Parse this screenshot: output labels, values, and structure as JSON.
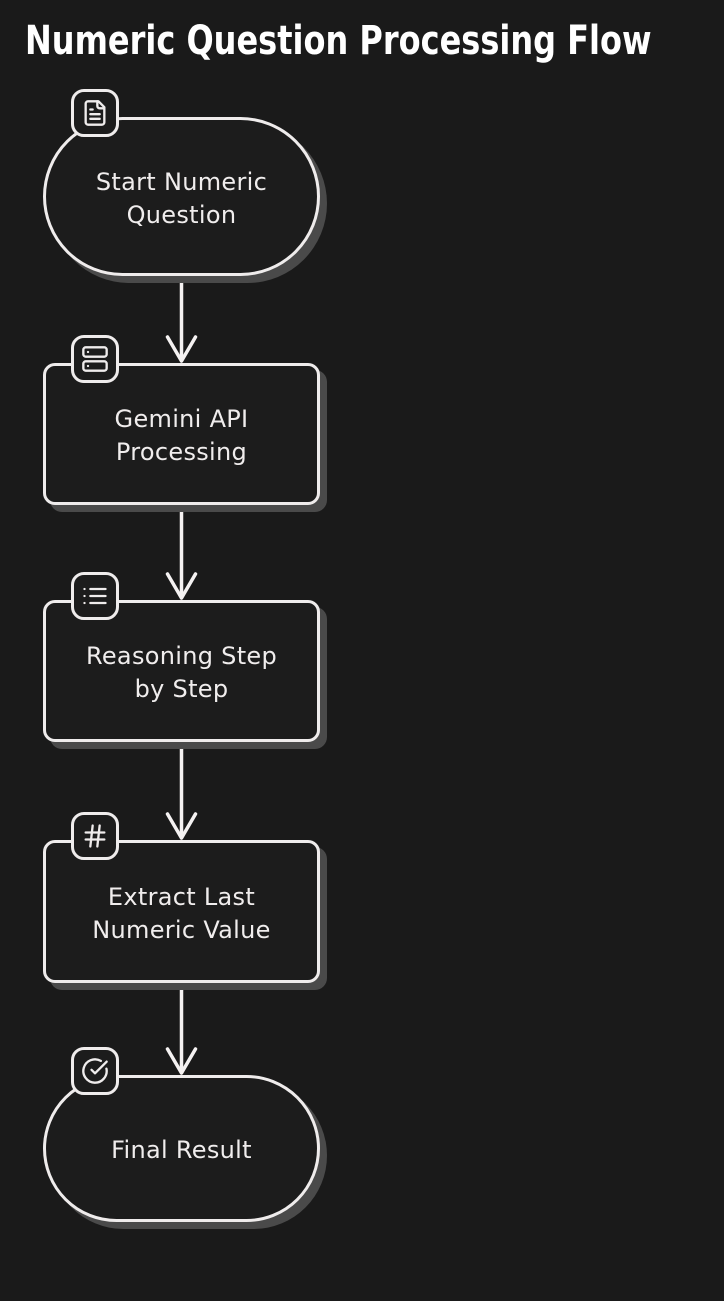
{
  "title": "Numeric Question Processing Flow",
  "colors": {
    "background": "#1a1a1a",
    "node_fill": "#1c1c1c",
    "stroke": "#efecec",
    "shadow": "#4a4a4a",
    "node_text": "#f0eded",
    "title_text": "#ffffff"
  },
  "nodes": [
    {
      "id": "start",
      "shape": "stadium",
      "icon": "file-text-icon",
      "lines": [
        "Start Numeric",
        "Question"
      ]
    },
    {
      "id": "gemini",
      "shape": "rect",
      "icon": "server-icon",
      "lines": [
        "Gemini API",
        "Processing"
      ]
    },
    {
      "id": "reasoning",
      "shape": "rect",
      "icon": "list-icon",
      "lines": [
        "Reasoning Step",
        "by Step"
      ]
    },
    {
      "id": "extract",
      "shape": "rect",
      "icon": "hash-icon",
      "lines": [
        "Extract Last",
        "Numeric Value"
      ]
    },
    {
      "id": "final",
      "shape": "stadium",
      "icon": "circle-check-icon",
      "lines": [
        "Final Result"
      ]
    }
  ],
  "edges": [
    {
      "from": "start",
      "to": "gemini"
    },
    {
      "from": "gemini",
      "to": "reasoning"
    },
    {
      "from": "reasoning",
      "to": "extract"
    },
    {
      "from": "extract",
      "to": "final"
    }
  ]
}
